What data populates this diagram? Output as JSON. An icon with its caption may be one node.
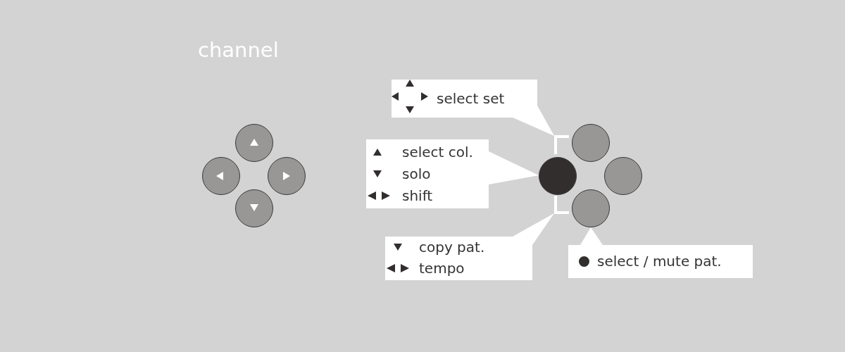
{
  "diagram": {
    "nodes": [
      {
        "text": [],
        "shape": "circle"
      },
      {
        "text": [],
        "shape": "circle"
      },
      {
        "text": [],
        "shape": "circle"
      },
      {
        "text": [],
        "shape": "circle"
      },
      {
        "text": [
          "select set"
        ]
      },
      {
        "text": [],
        "shape": "bracket"
      },
      {
        "text": [],
        "shape": "circle"
      },
      {
        "text": [
          "select col.",
          "solo",
          "shift"
        ]
      },
      {
        "text": [],
        "shape": "circle"
      },
      {
        "text": [],
        "shape": "circle"
      },
      {
        "text": [],
        "shape": "circle"
      },
      {
        "text": [
          "copy pat.",
          "tempo"
        ]
      },
      {
        "text": [
          "select / mute pat."
        ]
      }
    ],
    "edges": [
      {
        "from": 4,
        "to": 5,
        "arrow": "none"
      },
      {
        "from": 7,
        "to": 8,
        "arrow": "none"
      },
      {
        "from": 11,
        "to": 5,
        "arrow": "none"
      },
      {
        "from": 12,
        "to": 10,
        "arrow": "none"
      }
    ],
    "labels": [
      "channel"
    ]
  }
}
